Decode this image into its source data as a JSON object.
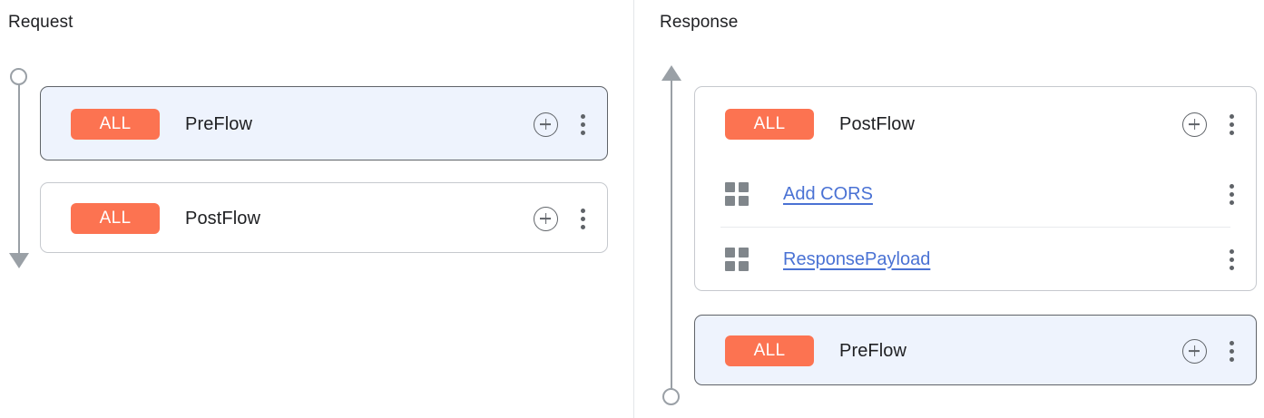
{
  "panels": {
    "request": {
      "title": "Request",
      "connector": {
        "start_icon": "circle",
        "end_icon": "arrow-down"
      },
      "cards": [
        {
          "badge": "ALL",
          "name": "PreFlow",
          "selected": true,
          "add_icon": "add-circle-icon",
          "menu_icon": "more-vert-icon",
          "policies": []
        },
        {
          "badge": "ALL",
          "name": "PostFlow",
          "selected": false,
          "add_icon": "add-circle-icon",
          "menu_icon": "more-vert-icon",
          "policies": []
        }
      ]
    },
    "response": {
      "title": "Response",
      "connector": {
        "start_icon": "arrow-up",
        "end_icon": "circle"
      },
      "cards": [
        {
          "badge": "ALL",
          "name": "PostFlow",
          "selected": false,
          "add_icon": "add-circle-icon",
          "menu_icon": "more-vert-icon",
          "policies": [
            {
              "icon": "policy-grid-icon",
              "label": "Add CORS",
              "menu_icon": "more-vert-icon"
            },
            {
              "icon": "policy-grid-icon",
              "label": "ResponsePayload",
              "menu_icon": "more-vert-icon"
            }
          ]
        },
        {
          "badge": "ALL",
          "name": "PreFlow",
          "selected": true,
          "add_icon": "add-circle-icon",
          "menu_icon": "more-vert-icon",
          "policies": []
        }
      ]
    }
  },
  "colors": {
    "badge_orange": "#fc7351",
    "selected_card_bg": "#eef3fd",
    "selected_card_border": "#5f6368",
    "card_border": "#c6c9ce",
    "link_blue": "#4a72d4",
    "icon_gray": "#5f6368",
    "rail_gray": "#9aa0a6",
    "divider_gray": "#e4e6e9"
  }
}
